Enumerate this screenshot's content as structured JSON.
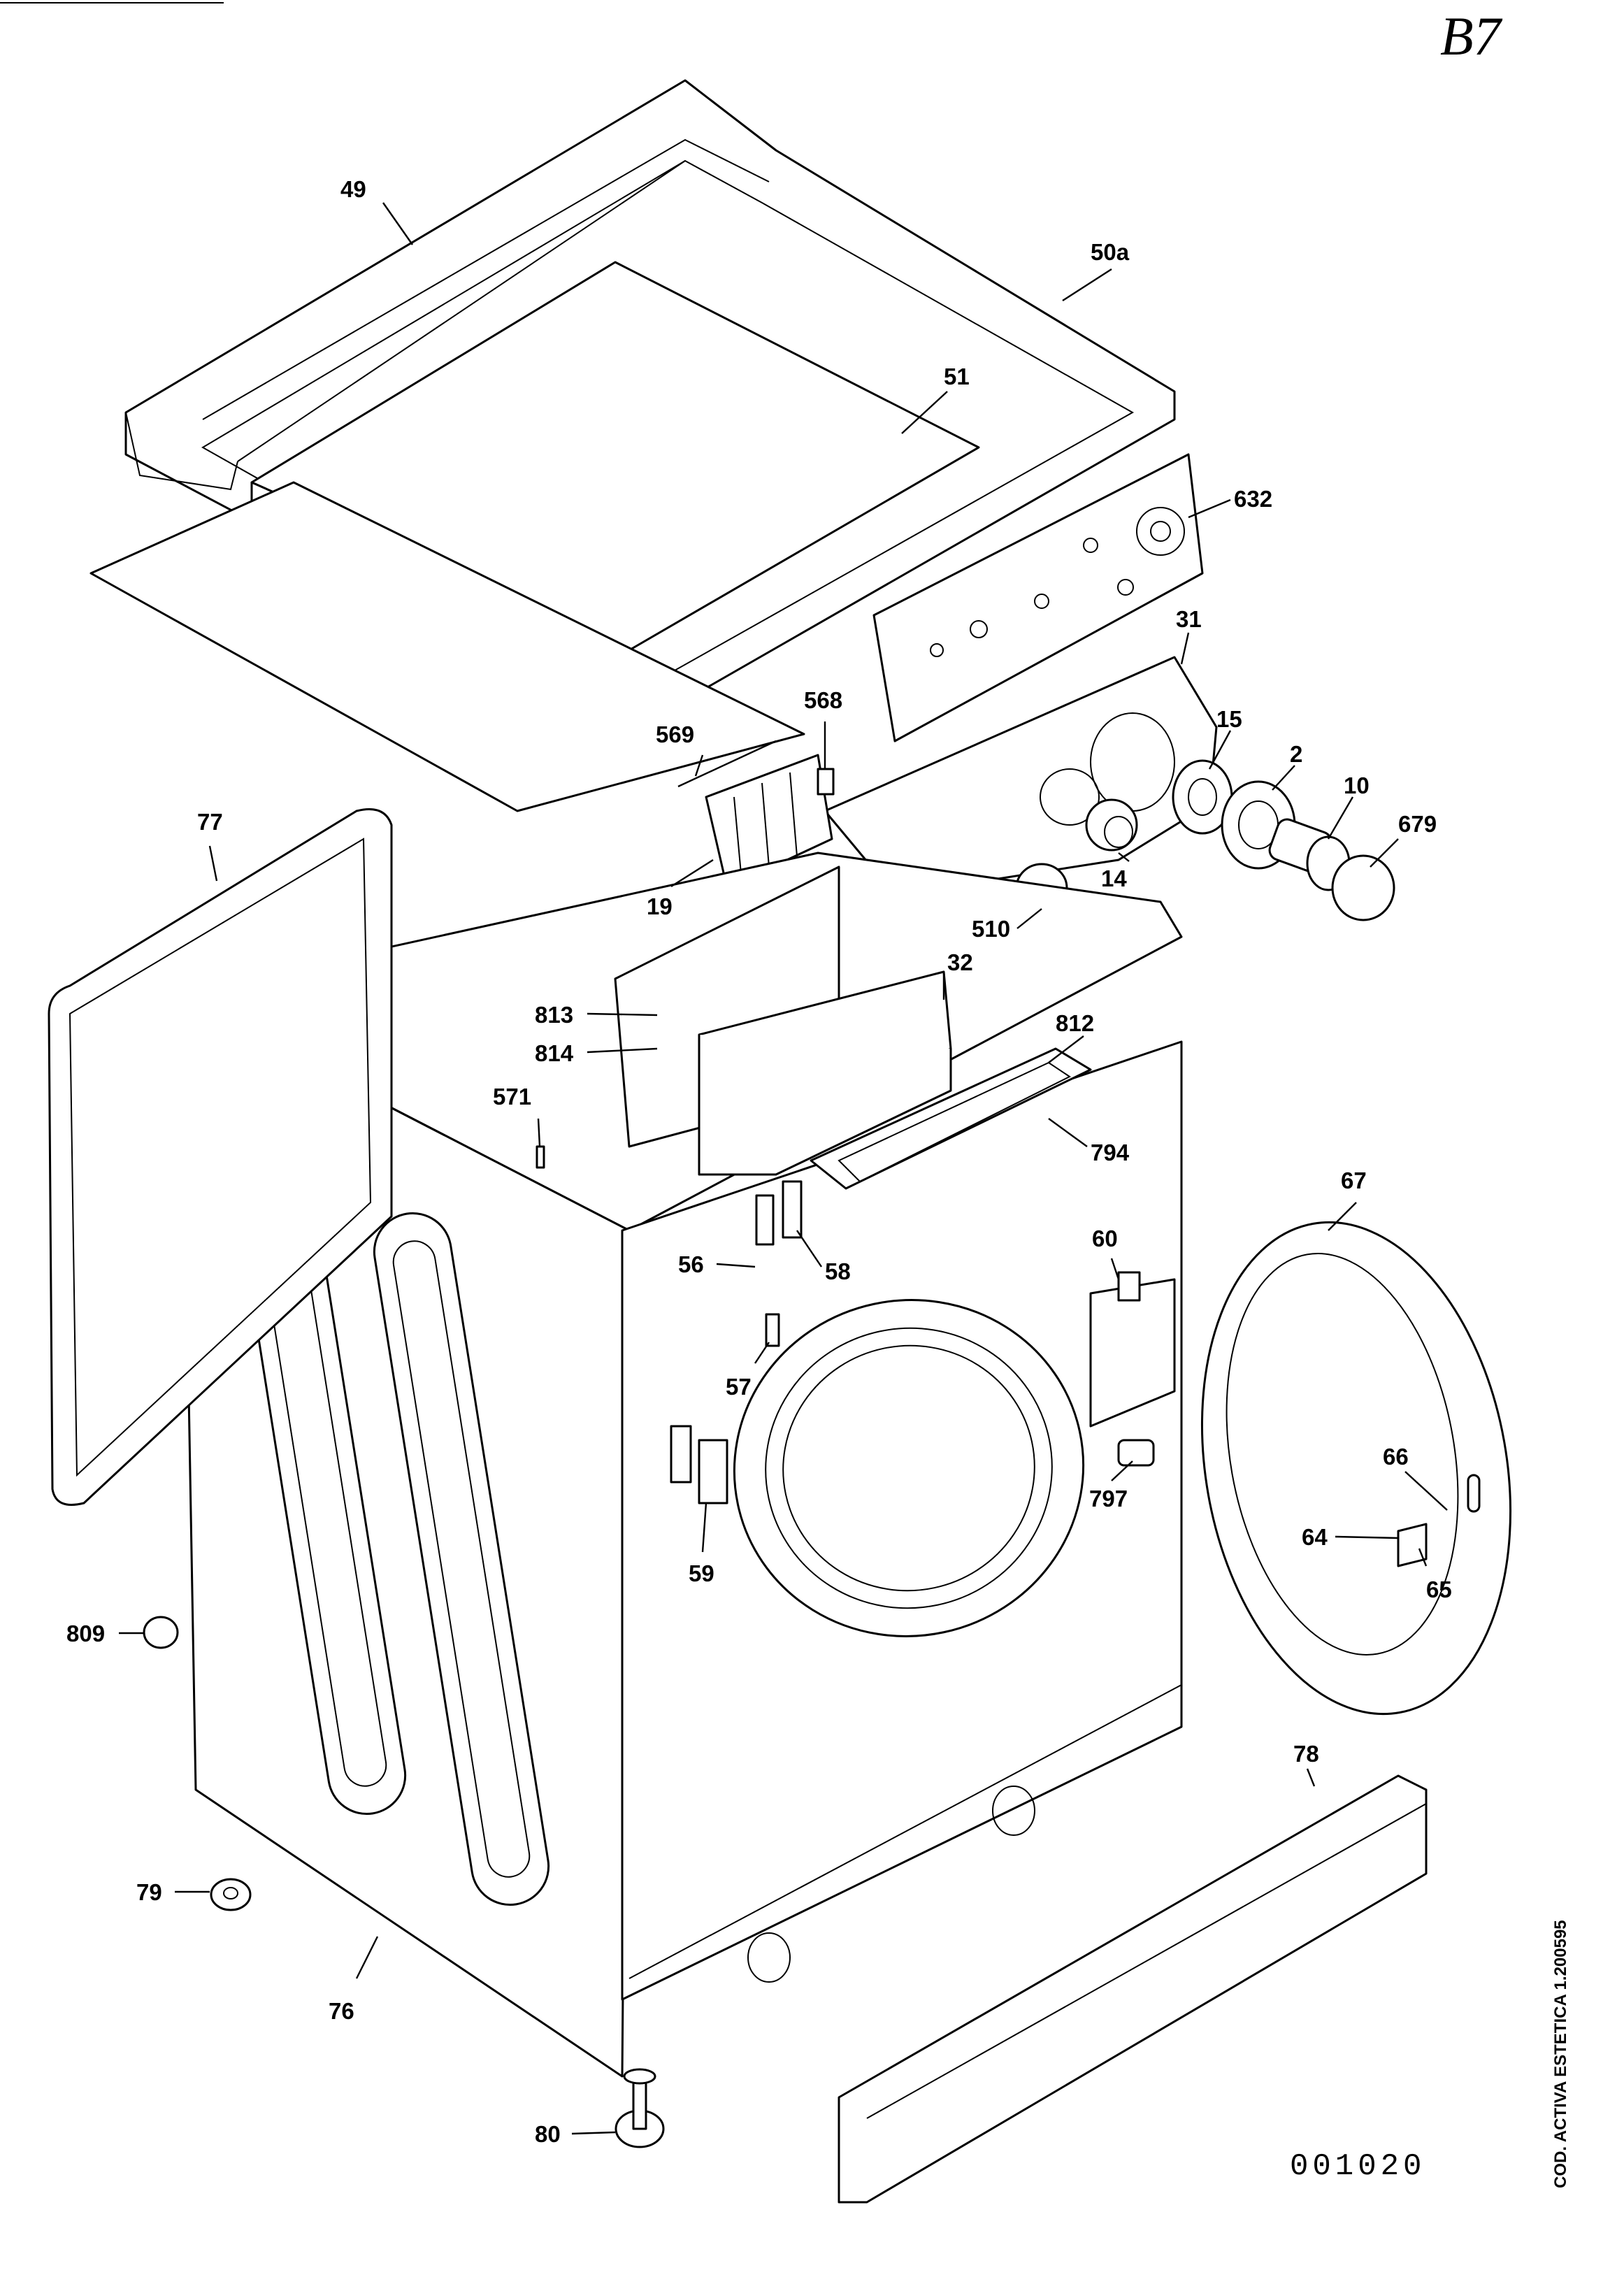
{
  "page_mark": "B7",
  "drawing_number": "001020",
  "side_code": "COD. ACTIVA ESTETICA 1.200595",
  "callouts": [
    {
      "id": "49",
      "label": "49"
    },
    {
      "id": "50a",
      "label": "50a"
    },
    {
      "id": "51",
      "label": "51"
    },
    {
      "id": "632",
      "label": "632"
    },
    {
      "id": "31",
      "label": "31"
    },
    {
      "id": "15",
      "label": "15"
    },
    {
      "id": "2",
      "label": "2"
    },
    {
      "id": "10",
      "label": "10"
    },
    {
      "id": "679",
      "label": "679"
    },
    {
      "id": "568",
      "label": "568"
    },
    {
      "id": "569",
      "label": "569"
    },
    {
      "id": "14",
      "label": "14"
    },
    {
      "id": "19",
      "label": "19"
    },
    {
      "id": "510",
      "label": "510"
    },
    {
      "id": "32",
      "label": "32"
    },
    {
      "id": "77",
      "label": "77"
    },
    {
      "id": "813",
      "label": "813"
    },
    {
      "id": "814",
      "label": "814"
    },
    {
      "id": "812",
      "label": "812"
    },
    {
      "id": "571",
      "label": "571"
    },
    {
      "id": "794",
      "label": "794"
    },
    {
      "id": "67",
      "label": "67"
    },
    {
      "id": "56",
      "label": "56"
    },
    {
      "id": "58",
      "label": "58"
    },
    {
      "id": "60",
      "label": "60"
    },
    {
      "id": "57",
      "label": "57"
    },
    {
      "id": "797",
      "label": "797"
    },
    {
      "id": "66",
      "label": "66"
    },
    {
      "id": "64",
      "label": "64"
    },
    {
      "id": "65",
      "label": "65"
    },
    {
      "id": "59",
      "label": "59"
    },
    {
      "id": "809",
      "label": "809"
    },
    {
      "id": "78",
      "label": "78"
    },
    {
      "id": "79",
      "label": "79"
    },
    {
      "id": "76",
      "label": "76"
    },
    {
      "id": "80",
      "label": "80"
    }
  ]
}
